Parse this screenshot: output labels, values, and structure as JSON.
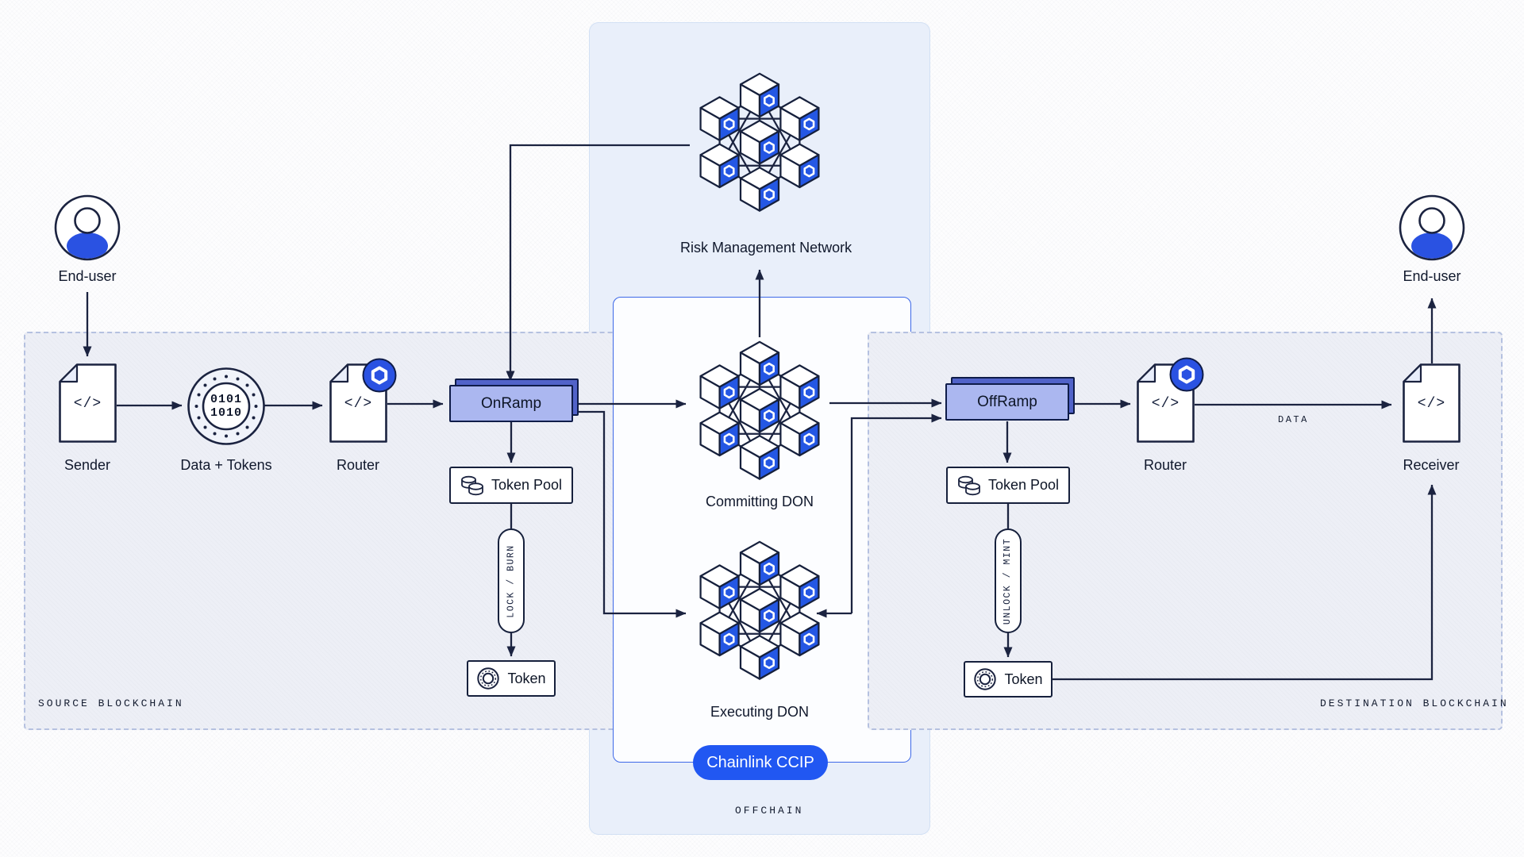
{
  "colors": {
    "brand_blue": "#2a52e2",
    "pill_blue": "#2157f2",
    "ramp_fill": "#abb7f0",
    "stroke": "#1b2340",
    "region_fill": "#edeff6",
    "offchain_fill": "#e9effa"
  },
  "source_chain": {
    "region_label": "SOURCE BLOCKCHAIN",
    "end_user": "End-user",
    "sender": "Sender",
    "sender_code": "</>",
    "binary": "0101\n1010",
    "data_tokens": "Data + Tokens",
    "router": "Router",
    "router_code": "</>",
    "onramp": "OnRamp",
    "token_pool": "Token Pool",
    "lock_burn": "LOCK / BURN",
    "token": "Token"
  },
  "offchain": {
    "region_label": "OFFCHAIN",
    "risk_mgmt": "Risk Management Network",
    "committing": "Committing DON",
    "executing": "Executing DON",
    "ccip_badge": "Chainlink CCIP"
  },
  "destination_chain": {
    "region_label": "DESTINATION BLOCKCHAIN",
    "offramp": "OffRamp",
    "token_pool": "Token Pool",
    "unlock_mint": "UNLOCK / MINT",
    "token": "Token",
    "router": "Router",
    "router_code": "</>",
    "data_label": "DATA",
    "receiver": "Receiver",
    "receiver_code": "</>",
    "end_user": "End-user"
  }
}
